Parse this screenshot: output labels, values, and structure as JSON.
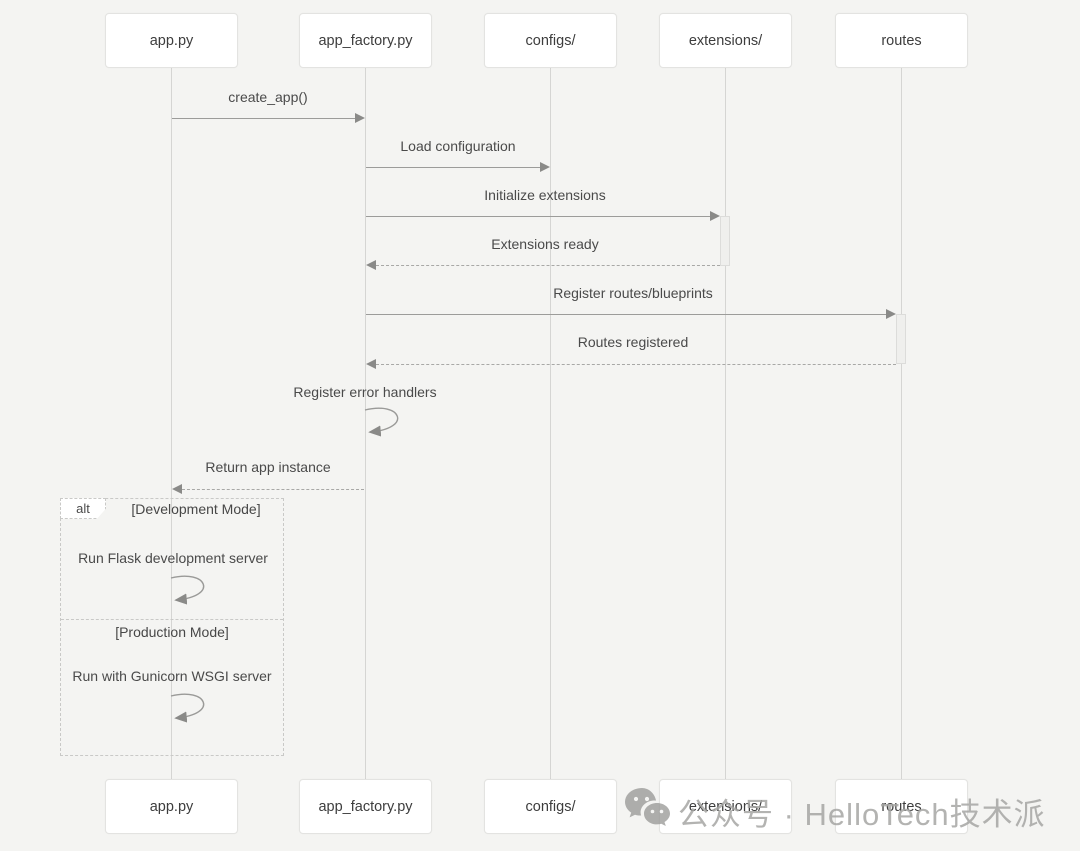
{
  "diagram": {
    "type": "sequence",
    "participants": [
      "app.py",
      "app_factory.py",
      "configs/",
      "extensions/",
      "routes"
    ],
    "messages": [
      {
        "label": "create_app()",
        "from": "app.py",
        "to": "app_factory.py",
        "style": "solid"
      },
      {
        "label": "Load configuration",
        "from": "app_factory.py",
        "to": "configs/",
        "style": "solid"
      },
      {
        "label": "Initialize extensions",
        "from": "app_factory.py",
        "to": "extensions/",
        "style": "solid"
      },
      {
        "label": "Extensions ready",
        "from": "extensions/",
        "to": "app_factory.py",
        "style": "dashed"
      },
      {
        "label": "Register routes/blueprints",
        "from": "app_factory.py",
        "to": "routes",
        "style": "solid"
      },
      {
        "label": "Routes registered",
        "from": "routes",
        "to": "app_factory.py",
        "style": "dashed"
      },
      {
        "label": "Register error handlers",
        "from": "app_factory.py",
        "to": "app_factory.py",
        "style": "self"
      },
      {
        "label": "Return app instance",
        "from": "app_factory.py",
        "to": "app.py",
        "style": "dashed"
      }
    ],
    "alt": {
      "keyword": "alt",
      "branches": [
        {
          "guard": "[Development Mode]",
          "action": "Run Flask development server",
          "actor": "app.py",
          "style": "self"
        },
        {
          "guard": "[Production Mode]",
          "action": "Run with Gunicorn WSGI server",
          "actor": "app.py",
          "style": "self"
        }
      ]
    },
    "watermark": {
      "icon": "wechat-icon",
      "text": "公众号 · HelloTech技术派"
    },
    "colors": {
      "background": "#f4f4f2",
      "participant_fill": "#ffffff",
      "participant_border": "#e3e3e1",
      "lifeline": "#d5d5d3",
      "arrow": "#9c9c9a",
      "text": "#4a4a4a",
      "watermark": "#a6a6a4"
    }
  }
}
